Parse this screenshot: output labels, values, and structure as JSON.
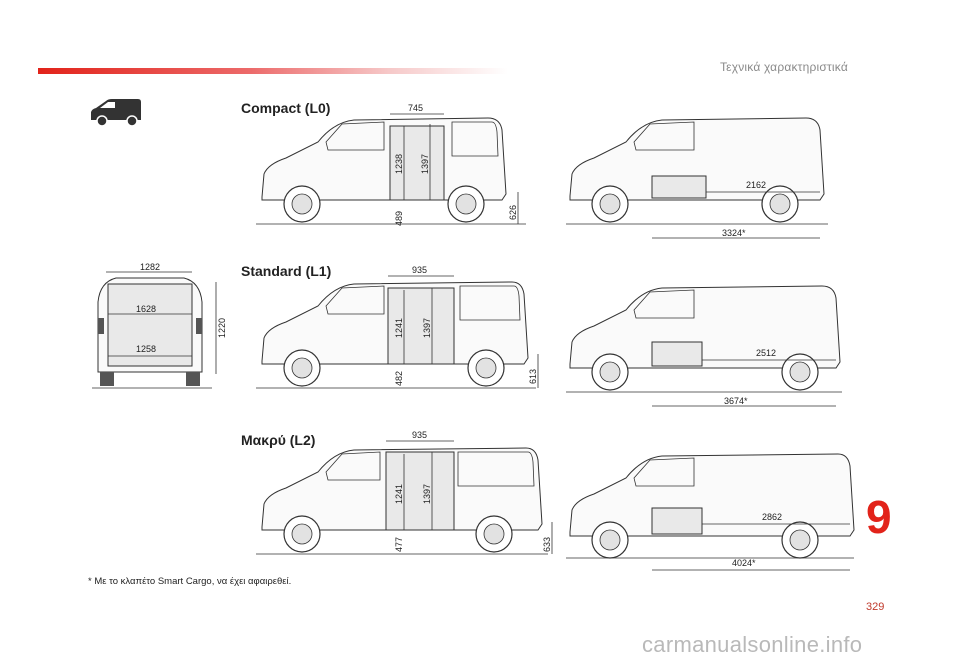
{
  "header": {
    "section_title": "Τεχνικά χαρακτηριστικά"
  },
  "sections": [
    {
      "label": "Compact (L0)",
      "opening_width": "745",
      "door_height": "1238",
      "total_height": "1397",
      "sill": "489",
      "rear_sill": "626",
      "cargo_length": "2162",
      "cargo_length_total": "3324*"
    },
    {
      "label": "Standard (L1)",
      "opening_width": "935",
      "door_height": "1241",
      "total_height": "1397",
      "sill": "482",
      "rear_sill": "613",
      "cargo_length": "2512",
      "cargo_length_total": "3674*"
    },
    {
      "label": "Μακρύ (L2)",
      "opening_width": "935",
      "door_height": "1241",
      "total_height": "1397",
      "sill": "477",
      "rear_sill": "633",
      "cargo_length": "2862",
      "cargo_length_total": "4024*"
    }
  ],
  "rear_view": {
    "top_width": "1282",
    "inner_width": "1628",
    "floor_width": "1258",
    "height": "1220"
  },
  "footnote": "* Με το κλαπέτο Smart Cargo, να έχει αφαιρεθεί.",
  "chapter_number": "9",
  "page_number": "329",
  "watermark": "carmanualsonline.info",
  "icons": {
    "van": "van-icon"
  },
  "colors": {
    "accent": "#e2231a"
  }
}
